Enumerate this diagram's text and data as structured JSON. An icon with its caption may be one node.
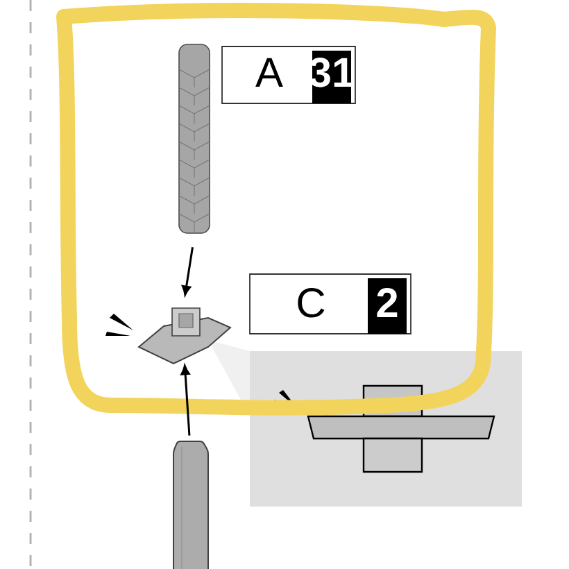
{
  "diagram": {
    "nodes": [
      {
        "text": [],
        "shape": "picture"
      },
      {
        "text": [
          "A",
          "31"
        ]
      },
      {
        "text": [],
        "shape": "picture"
      },
      {
        "text": [
          "C",
          "2"
        ]
      },
      {
        "text": [],
        "shape": "picture"
      },
      {
        "text": [],
        "shape": "box"
      }
    ],
    "edges": [
      {
        "from": 0,
        "to": 2,
        "arrow": "to"
      },
      {
        "from": 4,
        "to": 2,
        "arrow": "to"
      }
    ]
  }
}
